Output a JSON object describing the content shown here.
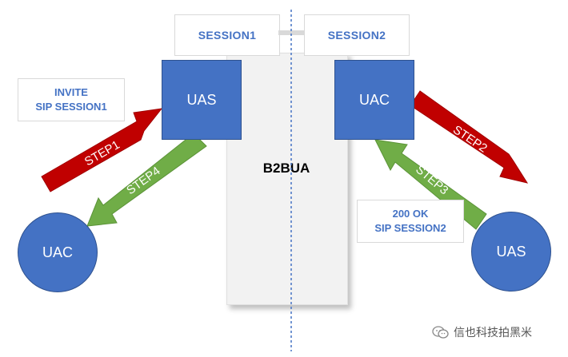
{
  "sessions": {
    "left": "SESSION1",
    "right": "SESSION2"
  },
  "b2bua": {
    "label": "B2BUA"
  },
  "nodes": {
    "left_square": "UAS",
    "right_square": "UAC",
    "left_circle": "UAC",
    "right_circle": "UAS"
  },
  "notes": {
    "invite": {
      "line1": "INVITE",
      "line2": "SIP SESSION1"
    },
    "ok": {
      "line1": "200 OK",
      "line2": "SIP SESSION2"
    }
  },
  "steps": {
    "step1": "STEP1",
    "step2": "STEP2",
    "step3": "STEP3",
    "step4": "STEP4"
  },
  "colors": {
    "node_blue": "#4472c4",
    "request_red": "#c00000",
    "response_green": "#70ad47",
    "divider": "#4472c4"
  },
  "watermark": {
    "text": "信也科技拍黑米",
    "icon": "wechat-icon"
  }
}
